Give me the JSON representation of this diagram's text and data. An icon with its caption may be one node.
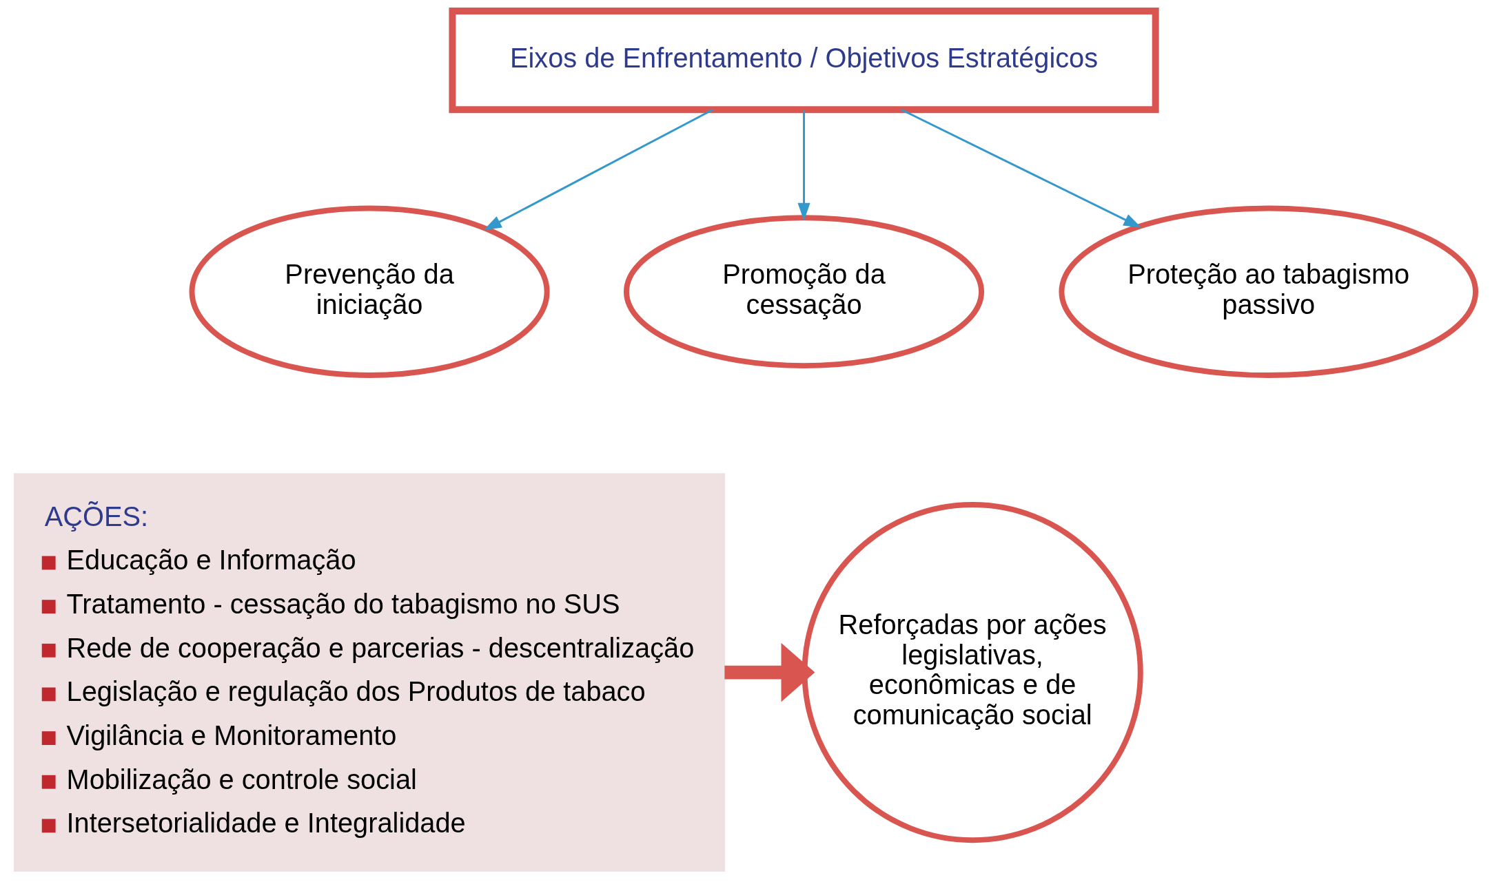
{
  "diagram": {
    "nodes": [
      {
        "text": [
          "Eixos de Enfrentamento / Objetivos Estratégicos"
        ]
      },
      {
        "text": [
          "Prevenção da iniciação"
        ]
      },
      {
        "text": [
          "Promoção da cessação"
        ]
      },
      {
        "text": [
          "Proteção ao tabagismo passivo"
        ]
      },
      {
        "text": [
          "AÇÕES:",
          "Educação e Informação",
          "Tratamento - cessação do tabagismo no SUS",
          "Rede de cooperação e parcerias - descentralização",
          "Legislação e regulação dos Produtos de tabaco",
          "Vigilância e Monitoramento",
          "Mobilização e controle social",
          "Intersetorialidade e Integralidade"
        ]
      },
      {
        "text": [
          "Reforçadas por ações legislativas, econômicas e de comunicação social"
        ]
      }
    ],
    "edges": [
      {
        "from": 0,
        "to": 1,
        "arrow": "to"
      },
      {
        "from": 0,
        "to": 2,
        "arrow": "to"
      },
      {
        "from": 0,
        "to": 3,
        "arrow": "to"
      },
      {
        "from": 4,
        "to": 5,
        "arrow": "to",
        "style": "thick",
        "color": "#d95550"
      }
    ]
  }
}
